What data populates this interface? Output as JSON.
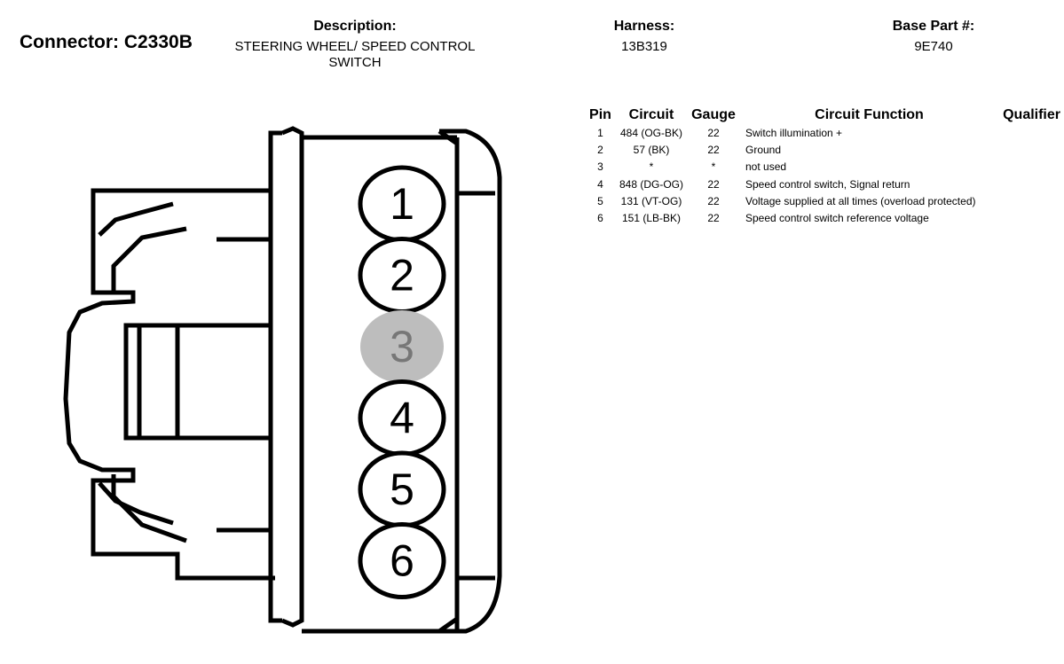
{
  "connector": {
    "label": "Connector: C2330B"
  },
  "description": {
    "label": "Description:",
    "value": "STEERING WHEEL/ SPEED CONTROL SWITCH"
  },
  "harness": {
    "label": "Harness:",
    "value": "13B319"
  },
  "base_part": {
    "label": "Base Part #:",
    "value": "9E740"
  },
  "table": {
    "headers": {
      "pin": "Pin",
      "circuit": "Circuit",
      "gauge": "Gauge",
      "function": "Circuit Function",
      "qualifier": "Qualifier"
    },
    "rows": [
      {
        "pin": "1",
        "circuit": "484 (OG-BK)",
        "gauge": "22",
        "function": "Switch illumination +",
        "qualifier": ""
      },
      {
        "pin": "2",
        "circuit": "57 (BK)",
        "gauge": "22",
        "function": "Ground",
        "qualifier": ""
      },
      {
        "pin": "3",
        "circuit": "*",
        "gauge": "*",
        "function": "not used",
        "qualifier": ""
      },
      {
        "pin": "4",
        "circuit": "848 (DG-OG)",
        "gauge": "22",
        "function": "Speed control switch, Signal return",
        "qualifier": ""
      },
      {
        "pin": "5",
        "circuit": "131 (VT-OG)",
        "gauge": "22",
        "function": "Voltage supplied at all times (overload protected)",
        "qualifier": ""
      },
      {
        "pin": "6",
        "circuit": "151 (LB-BK)",
        "gauge": "22",
        "function": "Speed control switch reference voltage",
        "qualifier": ""
      }
    ]
  },
  "diagram": {
    "pins": [
      "1",
      "2",
      "3",
      "4",
      "5",
      "6"
    ],
    "unused_pin_fill": "#bdbdbd",
    "line_color": "#000000"
  }
}
